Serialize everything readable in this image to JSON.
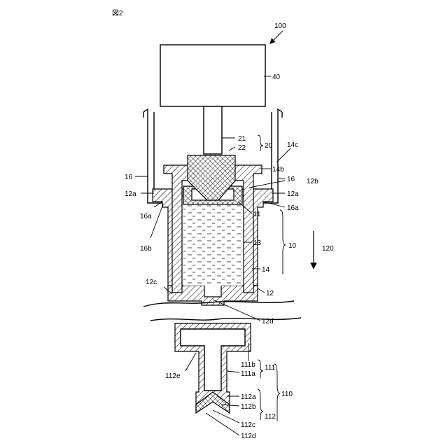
{
  "figure_title": "図2",
  "labels": {
    "l100": "100",
    "l40": "40",
    "l21": "21",
    "l22": "22",
    "l20": "20",
    "l14c": "14c",
    "l14b": "14b",
    "l16_left": "16",
    "l16_right": "16",
    "l12b": "12b",
    "l12a_left": "12a",
    "l12a_right": "12a",
    "l16a_left": "16a",
    "l16a_right": "16a",
    "l11": "11",
    "l16b": "16b",
    "l13": "13",
    "l10": "10",
    "l120": "120",
    "l14": "14",
    "l12c": "12c",
    "l12": "12",
    "l12d": "12d",
    "l111b": "111b",
    "l111": "111",
    "l112e": "112e",
    "l111a": "111a",
    "l112a": "112a",
    "l110": "110",
    "l112b": "112b",
    "l112": "112",
    "l112c": "112c",
    "l112d": "112d"
  }
}
